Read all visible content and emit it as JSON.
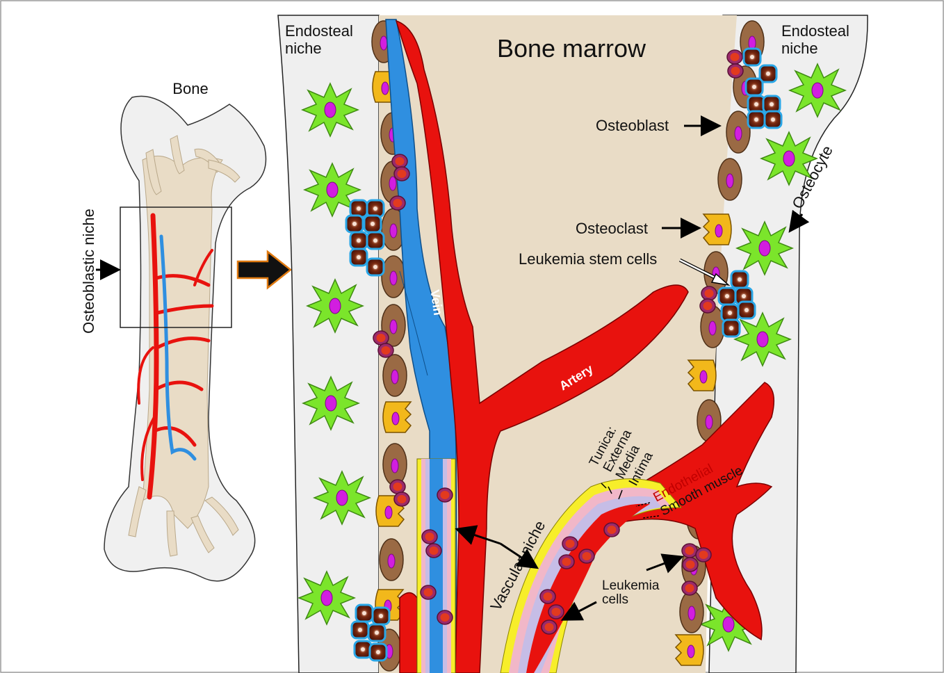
{
  "frame_border": "#9a9a9a",
  "colors": {
    "marrow": "#e9dcc6",
    "bone_wall": "#efefef",
    "artery": "#e8120e",
    "vein": "#2f8fe0",
    "osteoblast": "#9a6a44",
    "osteoclast": "#f2b81b",
    "osteocyte": "#7be52b",
    "nucleus": "#d21ee0",
    "leukemia_cell": "#9b2a6a",
    "stem_cell_ring": "#2aa6e6",
    "vessel_wall": "#f7ee2a"
  },
  "labels": {
    "bone": "Bone",
    "osteoblastic_niche": "Osteoblastic niche",
    "endosteal_niche_left": "Endosteal\nniche",
    "endosteal_niche_right": "Endosteal\nniche",
    "bone_marrow": "Bone marrow",
    "osteoblast": "Osteoblast",
    "osteocyte": "Osteocyte",
    "osteoclast": "Osteoclast",
    "leukemia_stem_cells": "Leukemia stem cells",
    "vein": "Vein",
    "artery": "Artery",
    "tunica": "Tunica:",
    "externa": "Externa",
    "media": "Media",
    "intima": "Intima",
    "endothelial": "Endothelial",
    "smooth_muscle": "Smooth muscle",
    "vascular_niche": "Vascular niche",
    "leukemia_cells": "Leukemia\ncells"
  }
}
